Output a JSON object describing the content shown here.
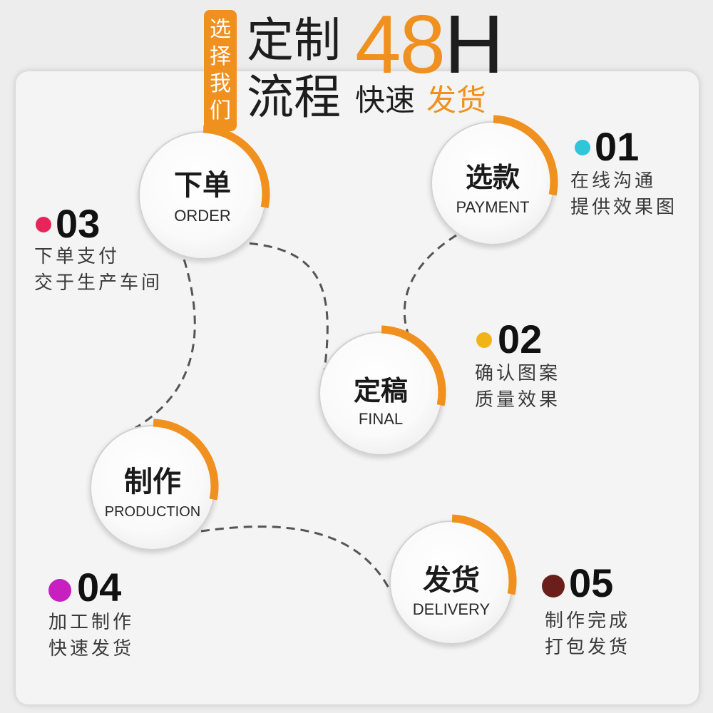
{
  "header": {
    "badge_chars": [
      "选",
      "择",
      "我",
      "们"
    ],
    "title_line1": "定制",
    "title_line2": "流程",
    "hours_number": "48",
    "hours_unit": "H",
    "tag_black": "快速",
    "tag_orange": "发货"
  },
  "colors": {
    "accent": "#f0901e",
    "step1_dot": "#2ec6d8",
    "step2_dot": "#f0b418",
    "step3_dot": "#e8245a",
    "step4_dot": "#c81fc0",
    "step5_dot": "#6a1f1a"
  },
  "steps": [
    {
      "num": "01",
      "zh": "选款",
      "en": "PAYMENT",
      "desc1": "在线沟通",
      "desc2": "提供效果图"
    },
    {
      "num": "02",
      "zh": "定稿",
      "en": "FINAL",
      "desc1": "确认图案",
      "desc2": "质量效果"
    },
    {
      "num": "03",
      "zh": "下单",
      "en": "ORDER",
      "desc1": "下单支付",
      "desc2": "交于生产车间"
    },
    {
      "num": "04",
      "zh": "制作",
      "en": "PRODUCTION",
      "desc1": "加工制作",
      "desc2": "快速发货"
    },
    {
      "num": "05",
      "zh": "发货",
      "en": "DELIVERY",
      "desc1": "制作完成",
      "desc2": "打包发货"
    }
  ]
}
